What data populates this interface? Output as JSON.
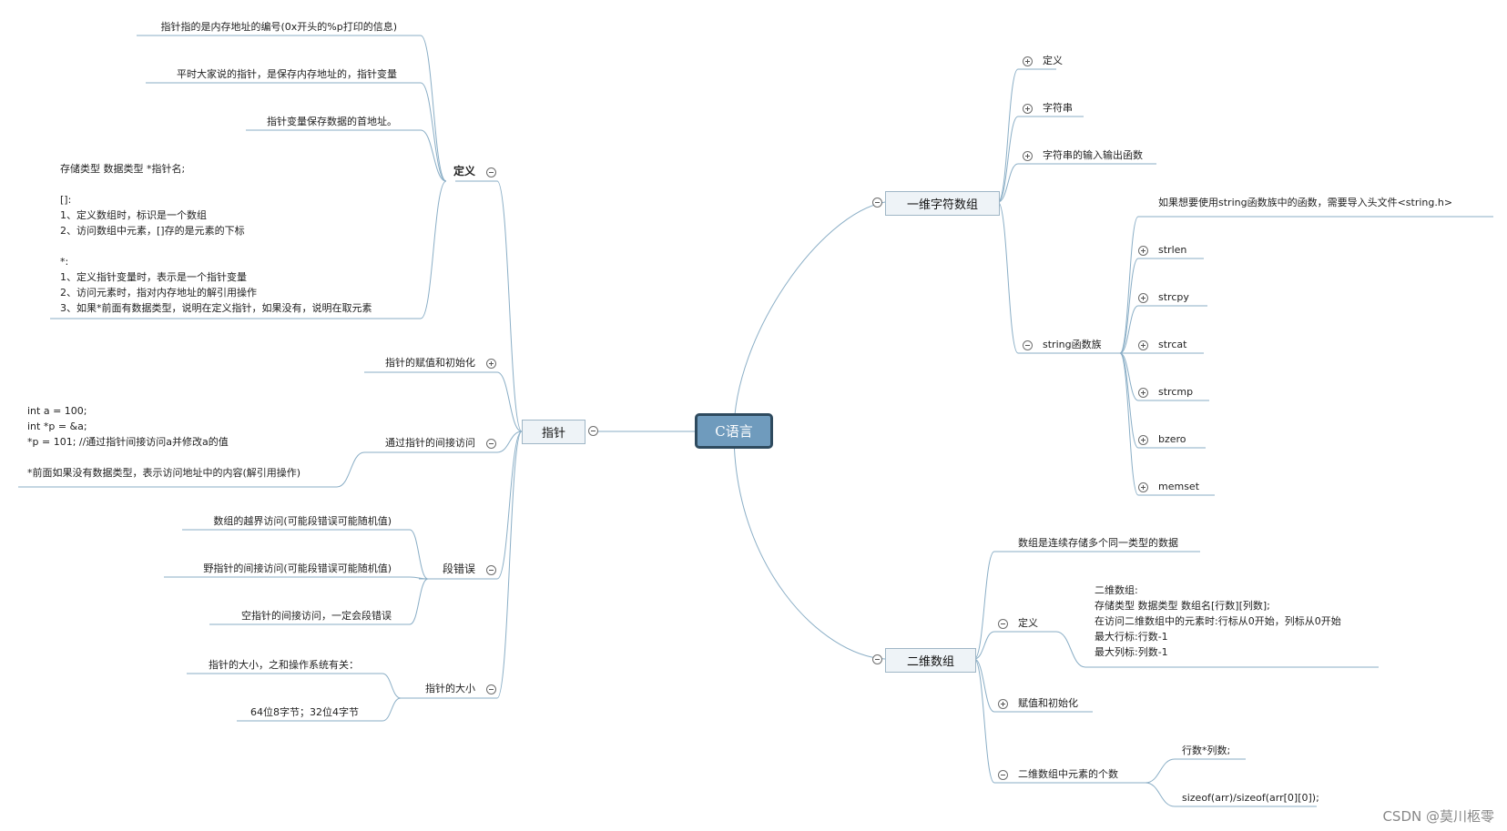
{
  "root": "C语言",
  "left": {
    "pointer": "指针",
    "definition": {
      "label": "定义",
      "items": [
        "指针指的是内存地址的编号(0x开头的%p打印的信息)",
        "平时大家说的指针，是保存内存地址的，指针变量",
        "指针变量保存数据的首地址。",
        "存储类型 数据类型 *指针名;\n\n[]:\n1、定义数组时，标识是一个数组\n2、访问数组中元素，[]存的是元素的下标\n\n*:\n1、定义指针变量时，表示是一个指针变量\n2、访问元素时，指对内存地址的解引用操作\n3、如果*前面有数据类型，说明在定义指针，如果没有，说明在取元素"
      ]
    },
    "assign_init": "指针的赋值和初始化",
    "indirect": {
      "label": "通过指针的间接访问",
      "code": "int a = 100;\nint *p = &a;\n*p = 101; //通过指针间接访问a并修改a的值\n\n*前面如果没有数据类型，表示访问地址中的内容(解引用操作)"
    },
    "segfault": {
      "label": "段错误",
      "items": [
        "数组的越界访问(可能段错误可能随机值)",
        "野指针的间接访问(可能段错误可能随机值)",
        "空指针的间接访问，一定会段错误"
      ]
    },
    "size": {
      "label": "指针的大小",
      "items": [
        "指针的大小，之和操作系统有关：",
        "64位8字节；32位4字节"
      ]
    }
  },
  "right": {
    "char_array": {
      "label": "一维字符数组",
      "items": [
        "定义",
        "字符串",
        "字符串的输入输出函数"
      ],
      "string_funcs": {
        "label": "string函数族",
        "note": "如果想要使用string函数族中的函数，需要导入头文件<string.h>",
        "funcs": [
          "strlen",
          "strcpy",
          "strcat",
          "strcmp",
          "bzero",
          "memset"
        ]
      }
    },
    "array2d": {
      "label": "二维数组",
      "desc": "数组是连续存储多个同一类型的数据",
      "definition": {
        "label": "定义",
        "content": "二维数组:\n存储类型 数据类型 数组名[行数][列数];\n在访问二维数组中的元素时:行标从0开始，列标从0开始\n最大行标:行数-1\n最大列标:列数-1"
      },
      "assign_init": "赋值和初始化",
      "count": {
        "label": "二维数组中元素的个数",
        "items": [
          "行数*列数;",
          "sizeof(arr)/sizeof(arr[0][0]);"
        ]
      }
    }
  },
  "watermark": "CSDN @莫川柩零",
  "colors": {
    "edge": "#8aaec6",
    "root_fill": "#6f9bbd",
    "root_border": "#2e4a5e"
  }
}
